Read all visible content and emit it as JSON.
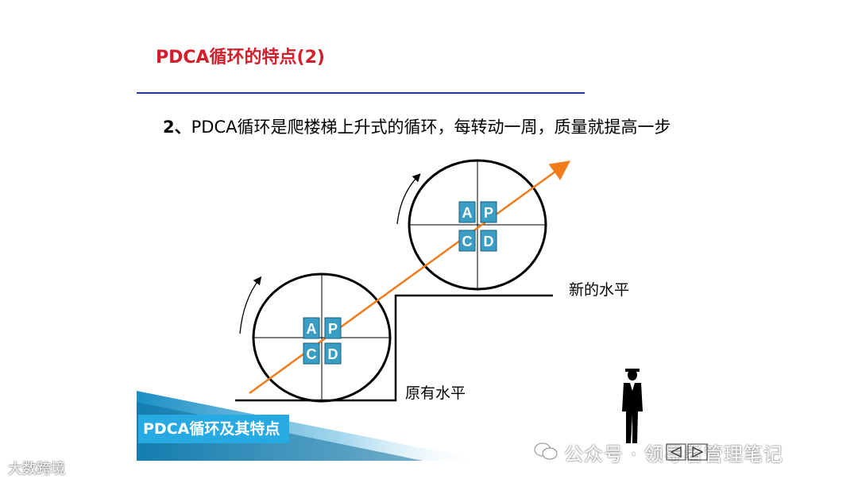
{
  "slide": {
    "title": "PDCA循环的特点(2)",
    "point_number": "2、",
    "point_text": "PDCA循环是爬楼梯上升式的循环，每转动一周，质量就提高一步"
  },
  "diagram": {
    "upper_circle": {
      "A": "A",
      "P": "P",
      "C": "C",
      "D": "D"
    },
    "lower_circle": {
      "A": "A",
      "P": "P",
      "C": "C",
      "D": "D"
    },
    "new_level_label": "新的水平",
    "old_level_label": "原有水平"
  },
  "footer": {
    "tag": "PDCA循环及其特点",
    "watermark_left": "大数跨境",
    "watermark_right": "公众号 · 领导者管理笔记"
  },
  "colors": {
    "title_red": "#d0202c",
    "rule_blue": "#1f3aa8",
    "arrow_orange": "#f07c1c",
    "quad_box": "#3a9dc4",
    "tag_blue": "#27a9e1"
  }
}
